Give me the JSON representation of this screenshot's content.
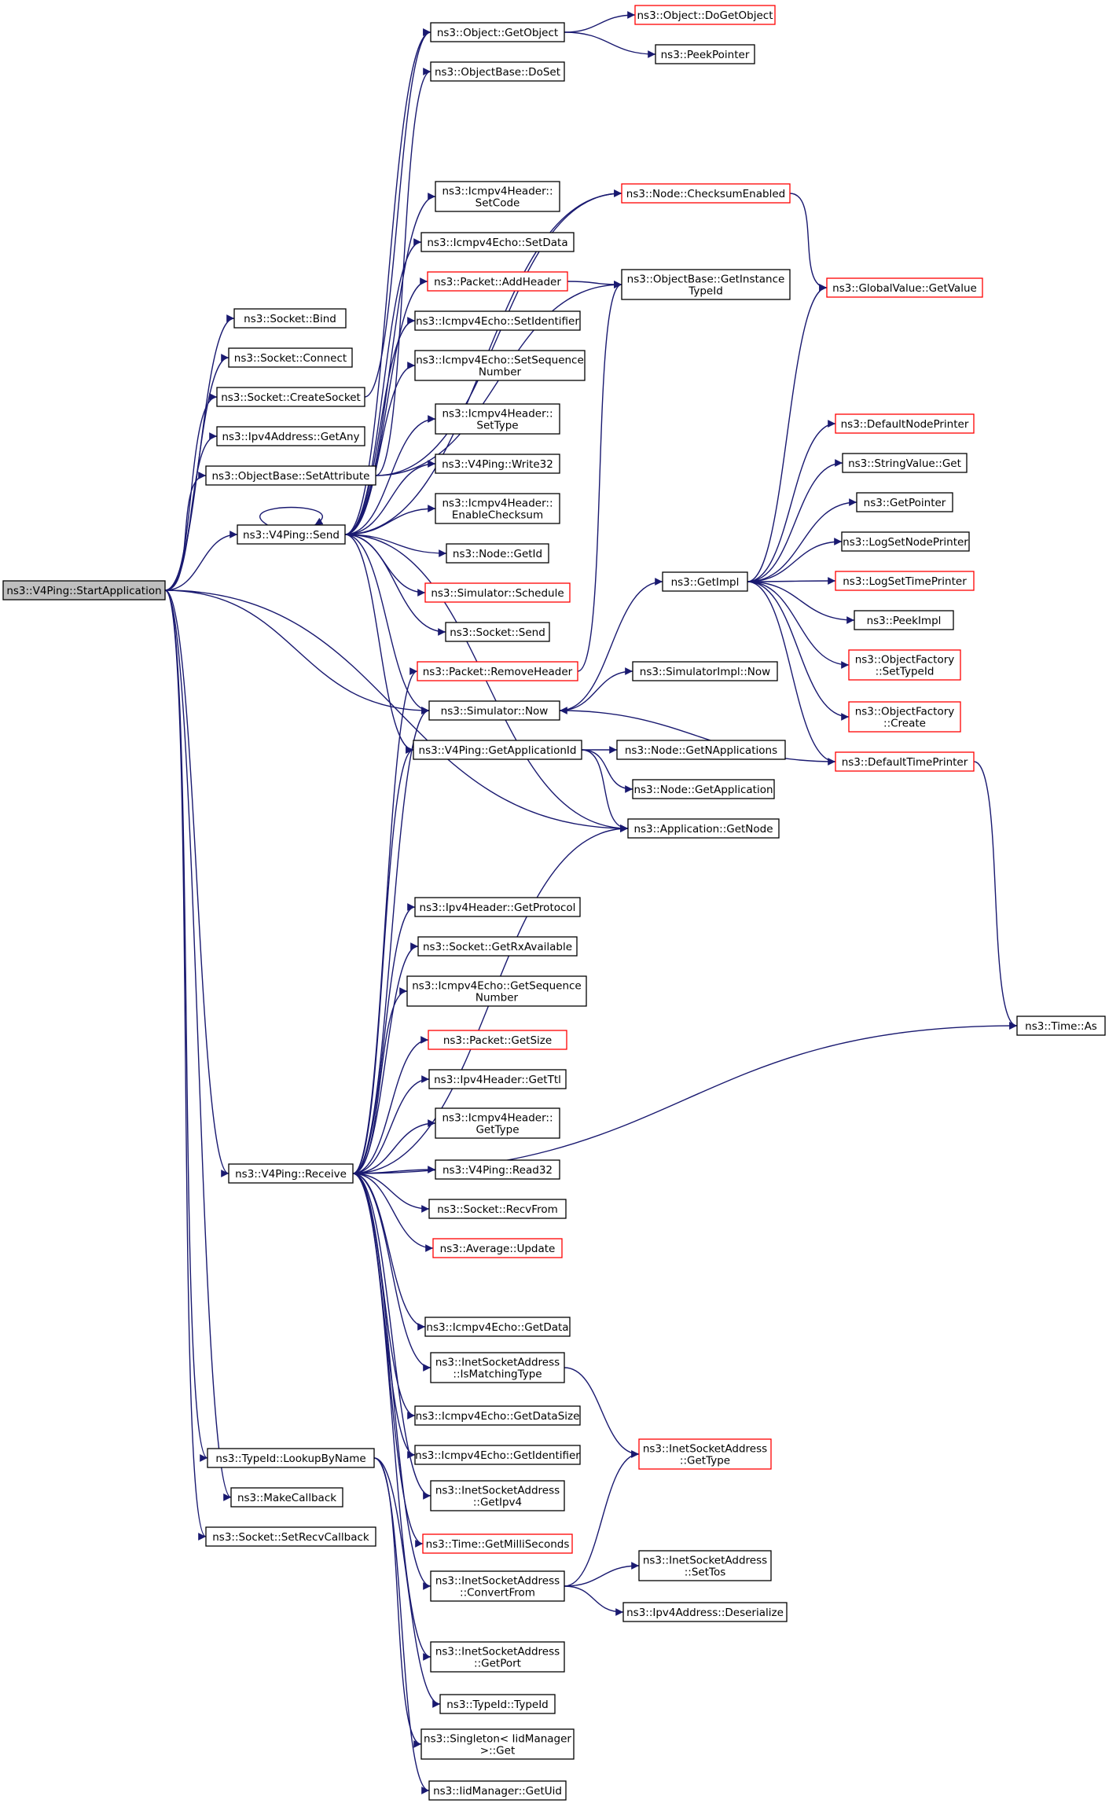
{
  "colors": {
    "edge": "#191970",
    "box_normal": "#000000",
    "box_truncated": "#ff0000",
    "root_fill": "#bfbfbf",
    "node_fill": "#ffffff"
  },
  "nodes": [
    {
      "id": "start",
      "lines": [
        "ns3::V4Ping::StartApplication"
      ],
      "root": true
    },
    {
      "id": "bind",
      "lines": [
        "ns3::Socket::Bind"
      ]
    },
    {
      "id": "connect",
      "lines": [
        "ns3::Socket::Connect"
      ]
    },
    {
      "id": "createsocket",
      "lines": [
        "ns3::Socket::CreateSocket"
      ]
    },
    {
      "id": "getany",
      "lines": [
        "ns3::Ipv4Address::GetAny"
      ]
    },
    {
      "id": "setattribute",
      "lines": [
        "ns3::ObjectBase::SetAttribute"
      ]
    },
    {
      "id": "send",
      "lines": [
        "ns3::V4Ping::Send"
      ]
    },
    {
      "id": "receive",
      "lines": [
        "ns3::V4Ping::Receive"
      ]
    },
    {
      "id": "lookupbyname",
      "lines": [
        "ns3::TypeId::LookupByName"
      ]
    },
    {
      "id": "makecallback",
      "lines": [
        "ns3::MakeCallback"
      ]
    },
    {
      "id": "setrecvcallback",
      "lines": [
        "ns3::Socket::SetRecvCallback"
      ]
    },
    {
      "id": "getobject",
      "lines": [
        "ns3::Object::GetObject"
      ]
    },
    {
      "id": "dogetobject",
      "lines": [
        "ns3::Object::DoGetObject"
      ],
      "red": true
    },
    {
      "id": "peekpointer",
      "lines": [
        "ns3::PeekPointer"
      ]
    },
    {
      "id": "doset",
      "lines": [
        "ns3::ObjectBase::DoSet"
      ]
    },
    {
      "id": "checksumenabled",
      "lines": [
        "ns3::Node::ChecksumEnabled"
      ],
      "red": true
    },
    {
      "id": "getinstancetypeid",
      "lines": [
        "ns3::ObjectBase::GetInstance",
        "TypeId"
      ]
    },
    {
      "id": "globalvalue",
      "lines": [
        "ns3::GlobalValue::GetValue"
      ],
      "red": true
    },
    {
      "id": "setcode",
      "lines": [
        "ns3::Icmpv4Header::",
        "SetCode"
      ]
    },
    {
      "id": "setdata",
      "lines": [
        "ns3::Icmpv4Echo::SetData"
      ]
    },
    {
      "id": "addheader",
      "lines": [
        "ns3::Packet::AddHeader"
      ],
      "red": true
    },
    {
      "id": "setidentifier",
      "lines": [
        "ns3::Icmpv4Echo::SetIdentifier"
      ]
    },
    {
      "id": "setsequence",
      "lines": [
        "ns3::Icmpv4Echo::SetSequence",
        "Number"
      ]
    },
    {
      "id": "settype",
      "lines": [
        "ns3::Icmpv4Header::",
        "SetType"
      ]
    },
    {
      "id": "write32",
      "lines": [
        "ns3::V4Ping::Write32"
      ]
    },
    {
      "id": "enablechecksum",
      "lines": [
        "ns3::Icmpv4Header::",
        "EnableChecksum"
      ]
    },
    {
      "id": "nodegetid",
      "lines": [
        "ns3::Node::GetId"
      ]
    },
    {
      "id": "schedule",
      "lines": [
        "ns3::Simulator::Schedule"
      ],
      "red": true
    },
    {
      "id": "socketsend",
      "lines": [
        "ns3::Socket::Send"
      ]
    },
    {
      "id": "removeheader",
      "lines": [
        "ns3::Packet::RemoveHeader"
      ],
      "red": true
    },
    {
      "id": "simnow",
      "lines": [
        "ns3::Simulator::Now"
      ]
    },
    {
      "id": "getappid",
      "lines": [
        "ns3::V4Ping::GetApplicationId"
      ]
    },
    {
      "id": "simimplnow",
      "lines": [
        "ns3::SimulatorImpl::Now"
      ]
    },
    {
      "id": "getimpl",
      "lines": [
        "ns3::GetImpl"
      ]
    },
    {
      "id": "getnapps",
      "lines": [
        "ns3::Node::GetNApplications"
      ]
    },
    {
      "id": "getapplication",
      "lines": [
        "ns3::Node::GetApplication"
      ]
    },
    {
      "id": "appgetnode",
      "lines": [
        "ns3::Application::GetNode"
      ]
    },
    {
      "id": "defaultnodeprinter",
      "lines": [
        "ns3::DefaultNodePrinter"
      ],
      "red": true
    },
    {
      "id": "stringvalueget",
      "lines": [
        "ns3::StringValue::Get"
      ]
    },
    {
      "id": "getpointer",
      "lines": [
        "ns3::GetPointer"
      ]
    },
    {
      "id": "logsetnodeprinter",
      "lines": [
        "ns3::LogSetNodePrinter"
      ]
    },
    {
      "id": "logsettimeprinter",
      "lines": [
        "ns3::LogSetTimePrinter"
      ],
      "red": true
    },
    {
      "id": "peekimpl",
      "lines": [
        "ns3::PeekImpl"
      ]
    },
    {
      "id": "ofsettypeid",
      "lines": [
        "ns3::ObjectFactory",
        "::SetTypeId"
      ],
      "red": true
    },
    {
      "id": "ofcreate",
      "lines": [
        "ns3::ObjectFactory",
        "::Create"
      ],
      "red": true
    },
    {
      "id": "defaulttimeprinter",
      "lines": [
        "ns3::DefaultTimePrinter"
      ],
      "red": true
    },
    {
      "id": "timeas",
      "lines": [
        "ns3::Time::As"
      ]
    },
    {
      "id": "getprotocol",
      "lines": [
        "ns3::Ipv4Header::GetProtocol"
      ]
    },
    {
      "id": "getrxavailable",
      "lines": [
        "ns3::Socket::GetRxAvailable"
      ]
    },
    {
      "id": "getsequence",
      "lines": [
        "ns3::Icmpv4Echo::GetSequence",
        "Number"
      ]
    },
    {
      "id": "packetgetsize",
      "lines": [
        "ns3::Packet::GetSize"
      ],
      "red": true
    },
    {
      "id": "getttl",
      "lines": [
        "ns3::Ipv4Header::GetTtl"
      ]
    },
    {
      "id": "gettype",
      "lines": [
        "ns3::Icmpv4Header::",
        "GetType"
      ]
    },
    {
      "id": "read32",
      "lines": [
        "ns3::V4Ping::Read32"
      ]
    },
    {
      "id": "recvfrom",
      "lines": [
        "ns3::Socket::RecvFrom"
      ]
    },
    {
      "id": "averageupdate",
      "lines": [
        "ns3::Average::Update"
      ],
      "red": true
    },
    {
      "id": "echogetdata",
      "lines": [
        "ns3::Icmpv4Echo::GetData"
      ]
    },
    {
      "id": "ismatchingtype",
      "lines": [
        "ns3::InetSocketAddress",
        "::IsMatchingType"
      ]
    },
    {
      "id": "getdatasize",
      "lines": [
        "ns3::Icmpv4Echo::GetDataSize"
      ]
    },
    {
      "id": "getidentifier",
      "lines": [
        "ns3::Icmpv4Echo::GetIdentifier"
      ]
    },
    {
      "id": "isagettype",
      "lines": [
        "ns3::InetSocketAddress",
        "::GetType"
      ],
      "red": true
    },
    {
      "id": "getipv4",
      "lines": [
        "ns3::InetSocketAddress",
        "::GetIpv4"
      ]
    },
    {
      "id": "getmilliseconds",
      "lines": [
        "ns3::Time::GetMilliSeconds"
      ],
      "red": true
    },
    {
      "id": "convertfrom",
      "lines": [
        "ns3::InetSocketAddress",
        "::ConvertFrom"
      ]
    },
    {
      "id": "settos",
      "lines": [
        "ns3::InetSocketAddress",
        "::SetTos"
      ]
    },
    {
      "id": "deserialize",
      "lines": [
        "ns3::Ipv4Address::Deserialize"
      ]
    },
    {
      "id": "getport",
      "lines": [
        "ns3::InetSocketAddress",
        "::GetPort"
      ]
    },
    {
      "id": "typeidtypeid",
      "lines": [
        "ns3::TypeId::TypeId"
      ]
    },
    {
      "id": "singletonget",
      "lines": [
        "ns3::Singleton< IidManager",
        " >::Get"
      ]
    },
    {
      "id": "getuid",
      "lines": [
        "ns3::IidManager::GetUid"
      ]
    }
  ],
  "edges": [
    [
      "start",
      "bind"
    ],
    [
      "start",
      "connect"
    ],
    [
      "start",
      "createsocket"
    ],
    [
      "start",
      "getany"
    ],
    [
      "start",
      "setattribute"
    ],
    [
      "start",
      "send"
    ],
    [
      "start",
      "receive"
    ],
    [
      "start",
      "lookupbyname"
    ],
    [
      "start",
      "makecallback"
    ],
    [
      "start",
      "setrecvcallback"
    ],
    [
      "start",
      "simnow"
    ],
    [
      "start",
      "appgetnode"
    ],
    [
      "createsocket",
      "getobject"
    ],
    [
      "setattribute",
      "doset"
    ],
    [
      "setattribute",
      "checksumenabled"
    ],
    [
      "setattribute",
      "getinstancetypeid"
    ],
    [
      "getobject",
      "dogetobject"
    ],
    [
      "getobject",
      "peekpointer"
    ],
    [
      "checksumenabled",
      "globalvalue"
    ],
    [
      "addheader",
      "getinstancetypeid"
    ],
    [
      "send",
      "send"
    ],
    [
      "send",
      "getobject"
    ],
    [
      "send",
      "setcode"
    ],
    [
      "send",
      "setdata"
    ],
    [
      "send",
      "addheader"
    ],
    [
      "send",
      "setidentifier"
    ],
    [
      "send",
      "setsequence"
    ],
    [
      "send",
      "settype"
    ],
    [
      "send",
      "write32"
    ],
    [
      "send",
      "enablechecksum"
    ],
    [
      "send",
      "nodegetid"
    ],
    [
      "send",
      "schedule"
    ],
    [
      "send",
      "socketsend"
    ],
    [
      "send",
      "simnow"
    ],
    [
      "send",
      "getappid"
    ],
    [
      "send",
      "appgetnode"
    ],
    [
      "send",
      "checksumenabled"
    ],
    [
      "removeheader",
      "getinstancetypeid"
    ],
    [
      "simnow",
      "simimplnow"
    ],
    [
      "simnow",
      "getimpl"
    ],
    [
      "getappid",
      "getnapps"
    ],
    [
      "getappid",
      "getapplication"
    ],
    [
      "getappid",
      "appgetnode"
    ],
    [
      "getimpl",
      "globalvalue"
    ],
    [
      "getimpl",
      "defaultnodeprinter"
    ],
    [
      "getimpl",
      "stringvalueget"
    ],
    [
      "getimpl",
      "getpointer"
    ],
    [
      "getimpl",
      "logsetnodeprinter"
    ],
    [
      "getimpl",
      "logsettimeprinter"
    ],
    [
      "getimpl",
      "peekimpl"
    ],
    [
      "getimpl",
      "ofsettypeid"
    ],
    [
      "getimpl",
      "ofcreate"
    ],
    [
      "getimpl",
      "defaulttimeprinter"
    ],
    [
      "defaulttimeprinter",
      "simnow"
    ],
    [
      "defaulttimeprinter",
      "timeas"
    ],
    [
      "receive",
      "removeheader"
    ],
    [
      "receive",
      "simnow"
    ],
    [
      "receive",
      "getappid"
    ],
    [
      "receive",
      "appgetnode"
    ],
    [
      "receive",
      "getprotocol"
    ],
    [
      "receive",
      "getrxavailable"
    ],
    [
      "receive",
      "getsequence"
    ],
    [
      "receive",
      "packetgetsize"
    ],
    [
      "receive",
      "getttl"
    ],
    [
      "receive",
      "gettype"
    ],
    [
      "receive",
      "read32"
    ],
    [
      "receive",
      "recvfrom"
    ],
    [
      "receive",
      "averageupdate"
    ],
    [
      "receive",
      "timeas"
    ],
    [
      "receive",
      "echogetdata"
    ],
    [
      "receive",
      "ismatchingtype"
    ],
    [
      "receive",
      "getdatasize"
    ],
    [
      "receive",
      "getidentifier"
    ],
    [
      "receive",
      "getipv4"
    ],
    [
      "receive",
      "getmilliseconds"
    ],
    [
      "receive",
      "convertfrom"
    ],
    [
      "receive",
      "getport"
    ],
    [
      "ismatchingtype",
      "isagettype"
    ],
    [
      "convertfrom",
      "isagettype"
    ],
    [
      "convertfrom",
      "settos"
    ],
    [
      "convertfrom",
      "deserialize"
    ],
    [
      "lookupbyname",
      "typeidtypeid"
    ],
    [
      "lookupbyname",
      "singletonget"
    ],
    [
      "lookupbyname",
      "getuid"
    ]
  ]
}
